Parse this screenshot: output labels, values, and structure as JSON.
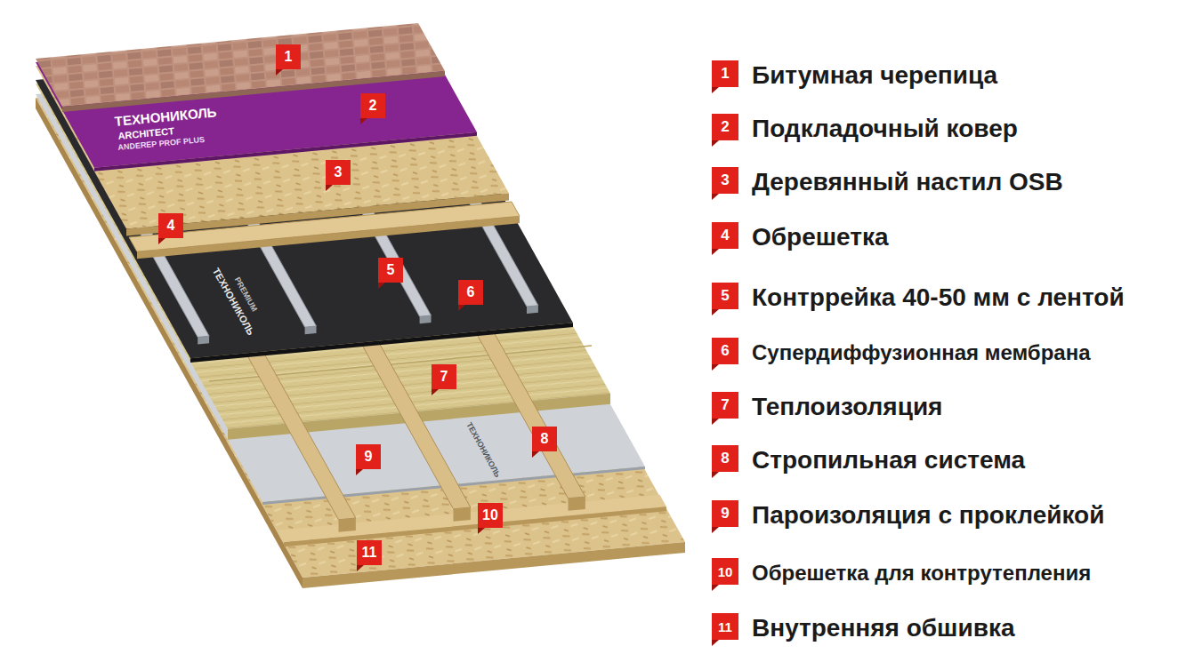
{
  "diagram": {
    "labels": [
      "1",
      "2",
      "3",
      "4",
      "5",
      "6",
      "7",
      "8",
      "9",
      "10",
      "11",
      "1",
      "Битумная черепица",
      "2",
      "Подкладочный ковер",
      "3",
      "Деревянный настил OSB",
      "4",
      "Обрешетка",
      "5",
      "Контррейка 40-50 мм с лентой",
      "6",
      "Супердиффузионная мембрана",
      "7",
      "Теплоизоляция",
      "8",
      "Стропильная система",
      "9",
      "Пароизоляция с проклейкой",
      "10",
      "Обрешетка для контрутепления",
      "11",
      "Внутренняя обшивка",
      "ТЕХНОНИКОЛЬ",
      "ARCHITECT",
      "ANDEREP PROF PLUS",
      "ТЕХНОНИКОЛЬ",
      "PREMIUM",
      "ТЕХНОНИКОЛЬ"
    ]
  }
}
